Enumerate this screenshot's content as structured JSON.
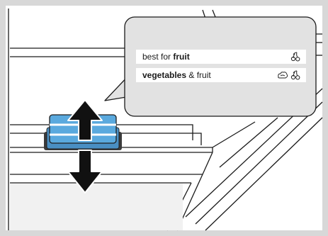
{
  "callout": {
    "row1": {
      "prefix": "best for ",
      "bold": "fruit",
      "suffix": "",
      "icons": [
        "cherry-icon"
      ]
    },
    "row2": {
      "prefix": "",
      "bold": "vegetables",
      "suffix": " & fruit",
      "icons": [
        "vegetable-icon",
        "cherry-icon"
      ]
    }
  },
  "colors": {
    "frame": "#d8d8d8",
    "callout_bg": "#e2e2e2",
    "slider_blue": "#5aa9de",
    "arrow": "#111111",
    "line": "#1a1a1a"
  }
}
